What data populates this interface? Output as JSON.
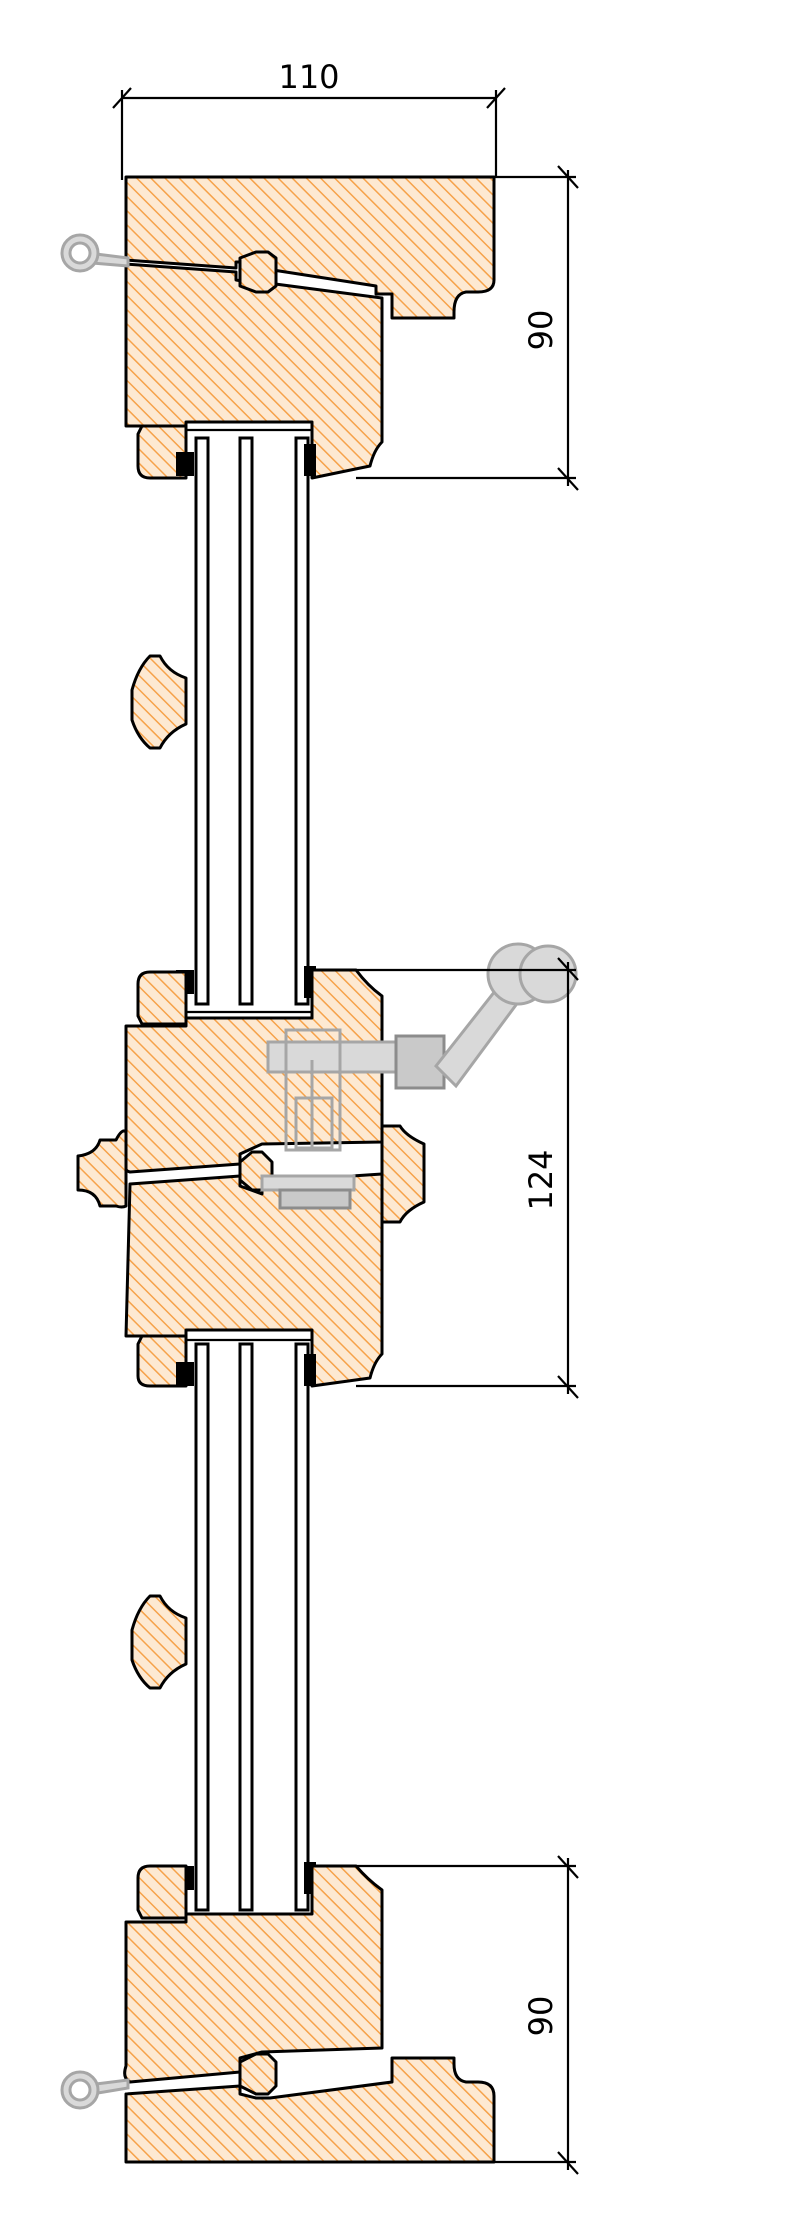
{
  "drawing": {
    "dimensions": {
      "top_width": "110",
      "top_sash_height": "90",
      "middle_height": "124",
      "bottom_sash_height": "90"
    },
    "colors": {
      "wood_hatch": "#f6a24a",
      "wood_fill": "#fde9d2",
      "hardware": "#d9d9d9",
      "line": "#000000"
    }
  }
}
